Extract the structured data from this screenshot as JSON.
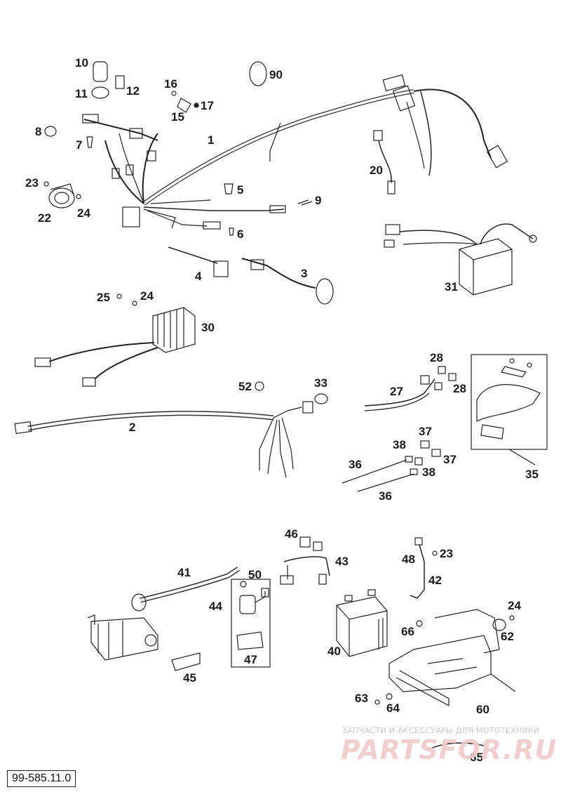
{
  "document_number": "99-585.11.0",
  "watermark": {
    "caption": "ЗАПЧАСТИ И АКСЕССУАРЫ ДЛЯ МОТОТЕХНИКИ",
    "brand": "PARTSFOR.RU"
  },
  "callouts": {
    "c1": "1",
    "c2": "2",
    "c3": "3",
    "c4": "4",
    "c5": "5",
    "c6": "6",
    "c7": "7",
    "c8": "8",
    "c9": "9",
    "c10": "10",
    "c11": "11",
    "c12": "12",
    "c15": "15",
    "c16": "16",
    "c17": "17",
    "c20": "20",
    "c22": "22",
    "c23a": "23",
    "c23b": "23",
    "c24a": "24",
    "c24b": "24",
    "c24c": "24",
    "c25": "25",
    "c27": "27",
    "c28a": "28",
    "c28b": "28",
    "c30": "30",
    "c31": "31",
    "c33": "33",
    "c35": "35",
    "c36a": "36",
    "c36b": "36",
    "c37a": "37",
    "c37b": "37",
    "c38a": "38",
    "c38b": "38",
    "c40": "40",
    "c41": "41",
    "c42": "42",
    "c43": "43",
    "c44": "44",
    "c45": "45",
    "c46": "46",
    "c47": "47",
    "c48": "48",
    "c50": "50",
    "c52": "52",
    "c60": "60",
    "c62": "62",
    "c63": "63",
    "c64": "64",
    "c65": "65",
    "c66": "66",
    "c90": "90"
  }
}
